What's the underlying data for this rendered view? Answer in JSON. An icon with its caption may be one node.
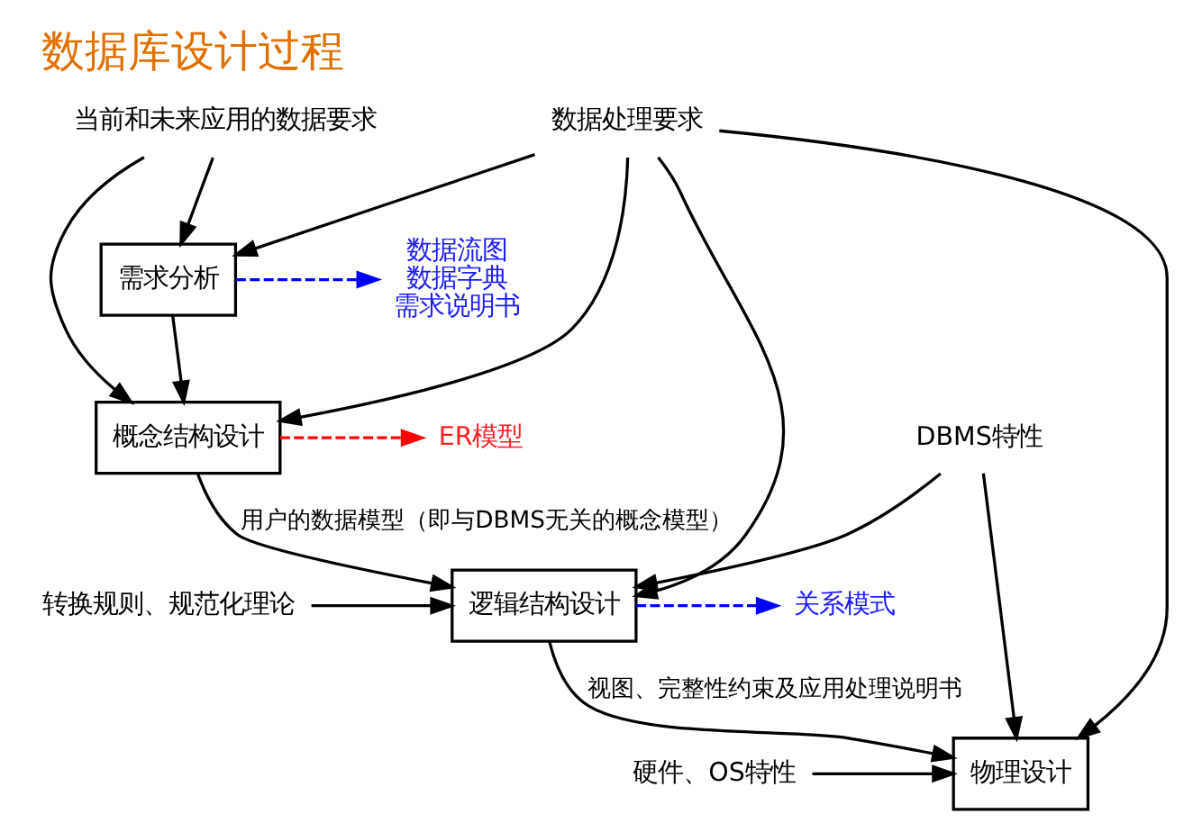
{
  "diagram": {
    "title": "数据库设计过程",
    "nodes": [
      {
        "text": [
          "当前和未来应用的数据要求"
        ]
      },
      {
        "text": [
          "数据处理要求"
        ]
      },
      {
        "text": [
          "需求分析"
        ]
      },
      {
        "text": [
          "数据流图",
          "数据字典",
          "需求说明书"
        ]
      },
      {
        "text": [
          "概念结构设计"
        ]
      },
      {
        "text": [
          "ER模型"
        ]
      },
      {
        "text": [
          "转换规则、规范化理论"
        ]
      },
      {
        "text": [
          "逻辑结构设计"
        ]
      },
      {
        "text": [
          "关系模式"
        ]
      },
      {
        "text": [
          "DBMS特性"
        ]
      },
      {
        "text": [
          "物理设计"
        ]
      },
      {
        "text": [
          "硬件、OS特性"
        ]
      }
    ],
    "edges": [
      {
        "from": 0,
        "to": 2,
        "arrow": "to"
      },
      {
        "from": 1,
        "to": 2,
        "arrow": "to"
      },
      {
        "from": 0,
        "to": 4,
        "arrow": "to"
      },
      {
        "from": 2,
        "to": 4,
        "arrow": "to"
      },
      {
        "from": 1,
        "to": 4,
        "arrow": "to"
      },
      {
        "from": 2,
        "to": 3,
        "arrow": "to",
        "style": "dashed",
        "color": "#0000ff"
      },
      {
        "from": 4,
        "to": 5,
        "arrow": "to",
        "style": "dashed",
        "color": "#ff0000"
      },
      {
        "from": 4,
        "to": 7,
        "arrow": "to",
        "label": "用户的数据模型（即与DBMS无关的概念模型）"
      },
      {
        "from": 6,
        "to": 7,
        "arrow": "to"
      },
      {
        "from": 9,
        "to": 7,
        "arrow": "to"
      },
      {
        "from": 1,
        "to": 7,
        "arrow": "to"
      },
      {
        "from": 7,
        "to": 8,
        "arrow": "to",
        "style": "dashed",
        "color": "#0000ff"
      },
      {
        "from": 7,
        "to": 10,
        "arrow": "to",
        "label": "视图、完整性约束及应用处理说明书"
      },
      {
        "from": 9,
        "to": 10,
        "arrow": "to"
      },
      {
        "from": 11,
        "to": 10,
        "arrow": "to"
      },
      {
        "from": 1,
        "to": 10,
        "arrow": "to"
      }
    ]
  }
}
